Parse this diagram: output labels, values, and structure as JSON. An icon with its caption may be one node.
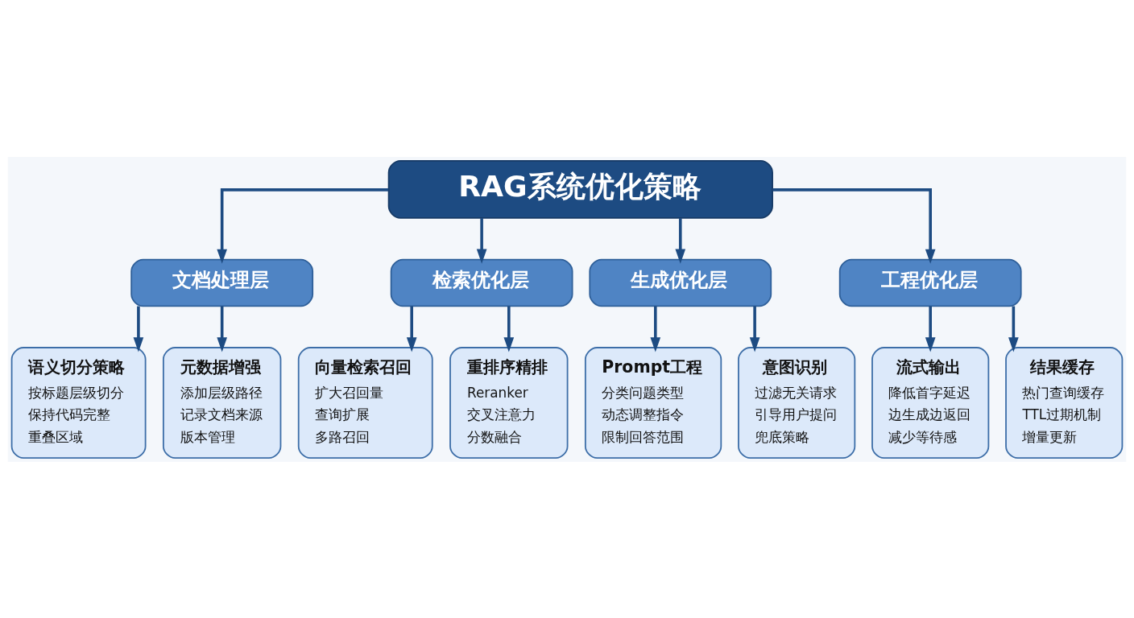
{
  "diagram": {
    "nodes": [
      {
        "text": [
          "RAG系统优化策略"
        ]
      },
      {
        "text": [
          "文档处理层"
        ]
      },
      {
        "text": [
          "检索优化层"
        ]
      },
      {
        "text": [
          "生成优化层"
        ]
      },
      {
        "text": [
          "工程优化层"
        ]
      },
      {
        "text": [
          "语义切分策略",
          "按标题层级切分",
          "保持代码完整",
          "重叠区域"
        ]
      },
      {
        "text": [
          "元数据增强",
          "添加层级路径",
          "记录文档来源",
          "版本管理"
        ]
      },
      {
        "text": [
          "向量检索召回",
          "扩大召回量",
          "查询扩展",
          "多路召回"
        ]
      },
      {
        "text": [
          "重排序精排",
          "Reranker",
          "交叉注意力",
          "分数融合"
        ]
      },
      {
        "text": [
          "Prompt工程",
          "分类问题类型",
          "动态调整指令",
          "限制回答范围"
        ]
      },
      {
        "text": [
          "意图识别",
          "过滤无关请求",
          "引导用户提问",
          "兜底策略"
        ]
      },
      {
        "text": [
          "流式输出",
          "降低首字延迟",
          "边生成边返回",
          "减少等待感"
        ]
      },
      {
        "text": [
          "结果缓存",
          "热门查询缓存",
          "TTL过期机制",
          "增量更新"
        ]
      }
    ],
    "edges": [
      {
        "from": 0,
        "to": 1,
        "arrow": "to"
      },
      {
        "from": 0,
        "to": 2,
        "arrow": "to"
      },
      {
        "from": 0,
        "to": 3,
        "arrow": "to"
      },
      {
        "from": 0,
        "to": 4,
        "arrow": "to"
      },
      {
        "from": 1,
        "to": 5,
        "arrow": "to"
      },
      {
        "from": 1,
        "to": 6,
        "arrow": "to"
      },
      {
        "from": 2,
        "to": 7,
        "arrow": "to"
      },
      {
        "from": 2,
        "to": 8,
        "arrow": "to"
      },
      {
        "from": 3,
        "to": 9,
        "arrow": "to"
      },
      {
        "from": 3,
        "to": 10,
        "arrow": "to"
      },
      {
        "from": 4,
        "to": 11,
        "arrow": "to"
      },
      {
        "from": 4,
        "to": 12,
        "arrow": "to"
      }
    ]
  }
}
